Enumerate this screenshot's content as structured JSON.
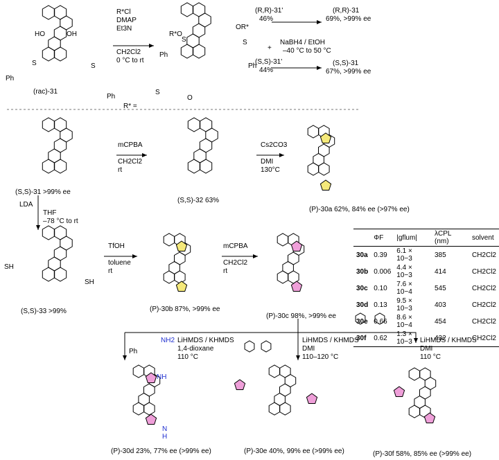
{
  "top": {
    "start": "(rac)-31",
    "reagents": [
      "R*Cl",
      "DMAP",
      "Et3N",
      "CH2Cl2",
      "0 °C to rt"
    ],
    "r_star": "R* =",
    "diast_rr": "(R,R)-31'",
    "diast_rr_yield": "46%",
    "plus": "+",
    "diast_ss": "(S,S)-31'",
    "diast_ss_yield": "44%",
    "red_reagents": [
      "NaBH4 / EtOH",
      "–40 °C to 50 °C"
    ],
    "prod_rr": "(R,R)-31",
    "prod_rr_yield": "69%, >99% ee",
    "prod_ss": "(S,S)-31",
    "prod_ss_yield": "67%, >99% ee",
    "or_label": "OR*",
    "rstar_o": "R*O",
    "ho": "HO",
    "oh": "OH",
    "s": "S",
    "ph": "Ph",
    "so2": "S",
    "o": "O"
  },
  "mid": {
    "start": "(S,S)-31 >99% ee",
    "ox_reagents": [
      "mCPBA",
      "CH2Cl2",
      "rt"
    ],
    "sulfone": "(S,S)-32 63%",
    "cyc_reagents": [
      "Cs2CO3",
      "DMI",
      "130°C"
    ],
    "furan": "(P)-30a 62%, 84% ee (>97% ee)",
    "lda_reagents": [
      "LDA",
      "THF",
      "–78 °C to rt"
    ],
    "thiol": "(S,S)-33 >99%",
    "sh": "SH",
    "tfoh_reagents": [
      "TfOH",
      "toluene",
      "rt"
    ],
    "thio": "(P)-30b 87%, >99% ee",
    "ox2_reagents": [
      "mCPBA",
      "CH2Cl2",
      "rt"
    ],
    "dioxide": "(P)-30c 98%, >99% ee"
  },
  "table": {
    "headers": [
      "",
      "ΦF",
      "|gflum|",
      "λCPL (nm)",
      "solvent"
    ],
    "rows": [
      [
        "30a",
        "0.39",
        "6.1 × 10−3",
        "385",
        "CH2Cl2"
      ],
      [
        "30b",
        "0.006",
        "4.4 × 10−3",
        "414",
        "CH2Cl2"
      ],
      [
        "30c",
        "0.10",
        "7.6 × 10−4",
        "545",
        "CH2Cl2"
      ],
      [
        "30d",
        "0.13",
        "9.5 × 10−3",
        "403",
        "CH2Cl2"
      ],
      [
        "30e",
        "0.66",
        "8.6 × 10−4",
        "454",
        "CH2Cl2"
      ],
      [
        "30f",
        "0.62",
        "1.3 × 10−3",
        "432",
        "CH2Cl2"
      ]
    ]
  },
  "bottom": {
    "amine_cond": [
      "LiHMDS / KHMDS",
      "1,4-dioxane",
      "110 °C"
    ],
    "amine_ph": "Ph",
    "nh2": "NH2",
    "fluorene_cond": [
      "LiHMDS / KHMDS",
      "DMI",
      "110–120 °C"
    ],
    "xanthene_cond": [
      "LiHMDS / KHMDS",
      "DMI",
      "110 °C"
    ],
    "prod_d": "(P)-30d 23%, 77% ee (>99% ee)",
    "prod_e": "(P)-30e 40%, 99% ee (>99% ee)",
    "prod_f": "(P)-30f 58%, 85% ee (>99% ee)",
    "nh": "NH",
    "n_h": "N",
    "h": "H"
  },
  "colors": {
    "pink": "#ef9fd9",
    "yellow": "#f5e97a",
    "blue": "#1f2fd0",
    "red": "#e0241c",
    "dash": "#777777"
  }
}
